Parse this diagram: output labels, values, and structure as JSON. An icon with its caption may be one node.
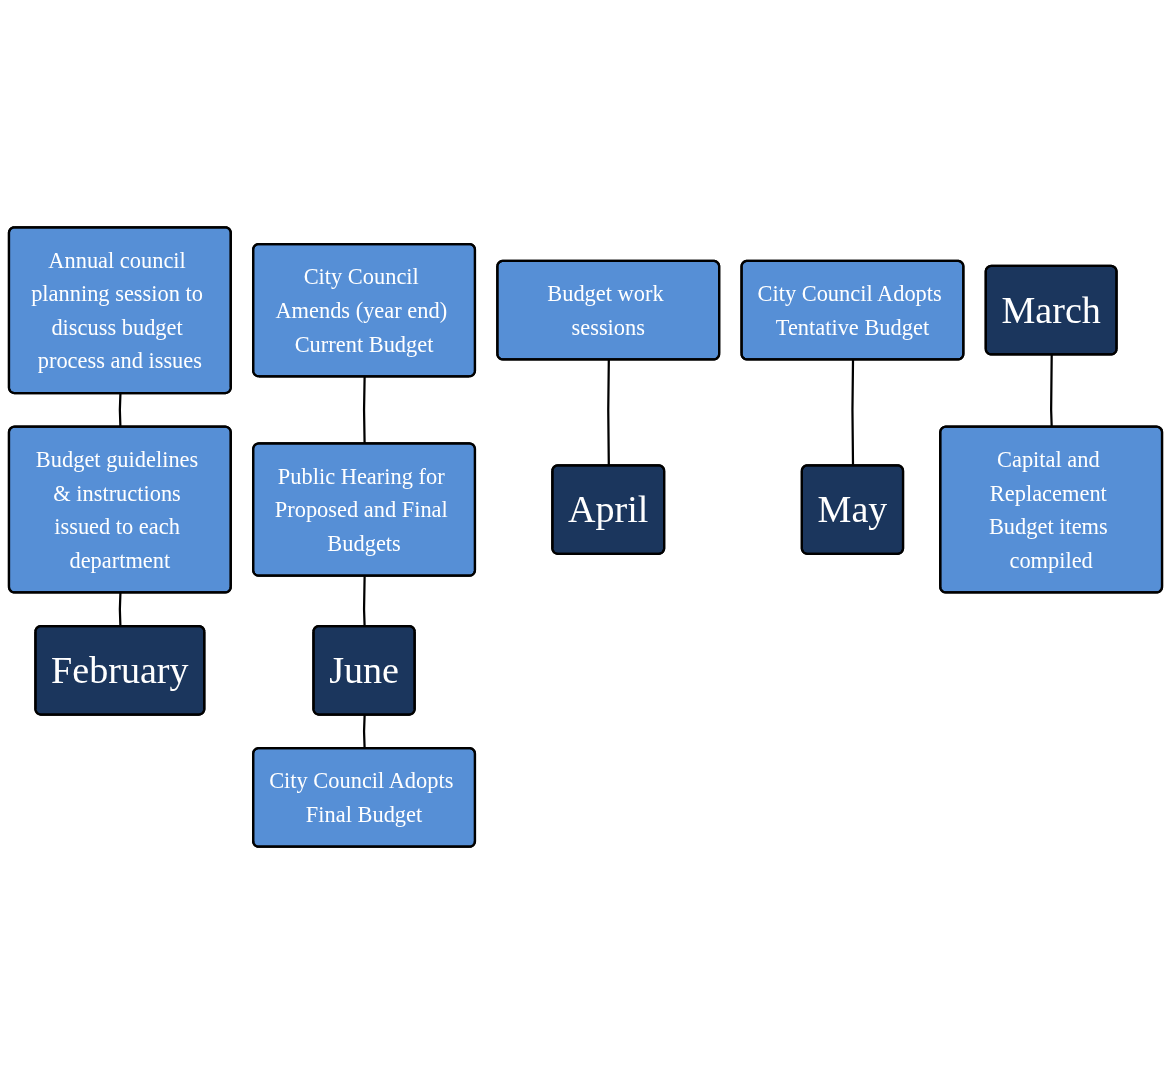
{
  "diagram": {
    "nodes": [
      {
        "text": [
          "Annual council planning session to discuss budget process and issues"
        ]
      },
      {
        "text": [
          "City Council Amends (year end) Current Budget"
        ]
      },
      {
        "text": [
          "Budget guidelines & instructions issued to each department"
        ]
      },
      {
        "text": [
          "Budget work sessions"
        ]
      },
      {
        "text": [
          "City Council Adopts Tentative Budget"
        ]
      },
      {
        "text": [
          "Public Hearing for Proposed and Final Budgets"
        ]
      },
      {
        "text": [
          "February"
        ]
      },
      {
        "text": [
          "March"
        ]
      },
      {
        "text": [
          "April"
        ]
      },
      {
        "text": [
          "May"
        ]
      },
      {
        "text": [
          "June"
        ]
      },
      {
        "text": [
          "Capital and Replacement Budget items compiled"
        ]
      },
      {
        "text": [
          "City Council Adopts Final Budget"
        ]
      }
    ],
    "edges": [
      {
        "from": 0,
        "to": 2,
        "arrow": "none"
      },
      {
        "from": 2,
        "to": 6,
        "arrow": "none"
      },
      {
        "from": 7,
        "to": 11,
        "arrow": "none"
      },
      {
        "from": 3,
        "to": 8,
        "arrow": "none"
      },
      {
        "from": 4,
        "to": 9,
        "arrow": "none"
      },
      {
        "from": 1,
        "to": 5,
        "arrow": "none"
      },
      {
        "from": 5,
        "to": 10,
        "arrow": "none"
      },
      {
        "from": 10,
        "to": 12,
        "arrow": "none"
      }
    ]
  }
}
